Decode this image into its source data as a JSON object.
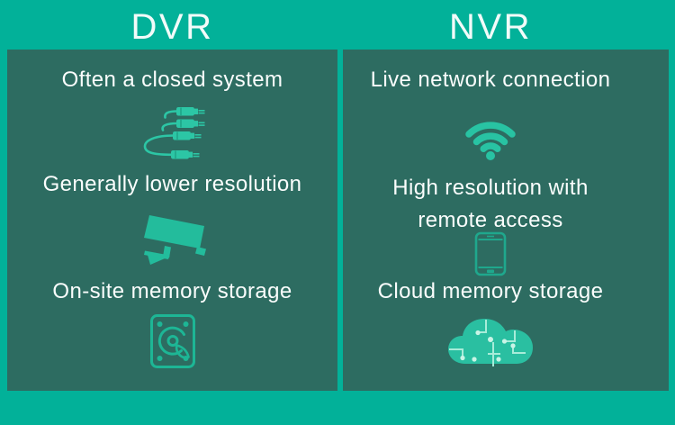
{
  "appearance": {
    "background_color": "#02b199",
    "panel_color": "#2d6c61",
    "text_color": "#fafdfc",
    "icon_color": "#2cc6a5"
  },
  "left": {
    "title": "DVR",
    "item1": "Often a closed system",
    "item1_icon": "rca-cables-icon",
    "item2": "Generally lower resolution",
    "item2_icon": "cctv-camera-icon",
    "item3": "On-site memory storage",
    "item3_icon": "hard-drive-icon"
  },
  "right": {
    "title": "NVR",
    "item1": "Live network connection",
    "item1_icon": "wifi-icon",
    "item2_line1": "High resolution with",
    "item2_line2": "remote access",
    "item2_icon": "smartphone-icon",
    "item3": "Cloud memory storage",
    "item3_icon": "cloud-icon"
  }
}
